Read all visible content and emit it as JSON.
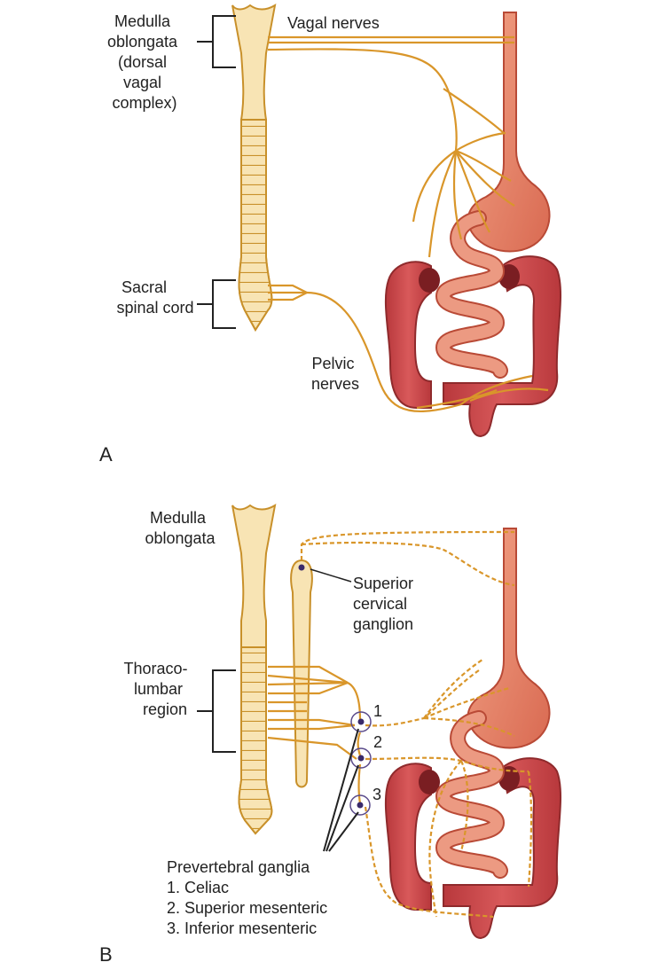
{
  "panel_a": {
    "letter": "A",
    "medulla_label": [
      "Medulla",
      "oblongata",
      "(dorsal",
      "vagal",
      "complex)"
    ],
    "vagal_label": "Vagal nerves",
    "sacral_label": [
      "Sacral",
      "spinal cord"
    ],
    "pelvic_label": [
      "Pelvic",
      "nerves"
    ]
  },
  "panel_b": {
    "letter": "B",
    "medulla_label": [
      "Medulla",
      "oblongata"
    ],
    "superior_cervical_label": [
      "Superior",
      "cervical",
      "ganglion"
    ],
    "thoracolumbar_label": [
      "Thoraco-",
      "lumbar",
      "region"
    ],
    "ganglion_numbers": [
      "1",
      "2",
      "3"
    ],
    "prevertebral_label": [
      "Prevertebral ganglia",
      "1. Celiac",
      "2. Superior mesenteric",
      "3. Inferior mesenteric"
    ]
  },
  "colors": {
    "cord_fill": "#f8e4b4",
    "cord_stroke": "#c8902a",
    "nerve": "#d9962a",
    "gut_fill": "#e58670",
    "gut_stroke": "#b94a36",
    "colon_fill": "#c9484a",
    "ganglion_circle": "#5a4a8a",
    "ganglion_dot": "#3a2a6a"
  }
}
